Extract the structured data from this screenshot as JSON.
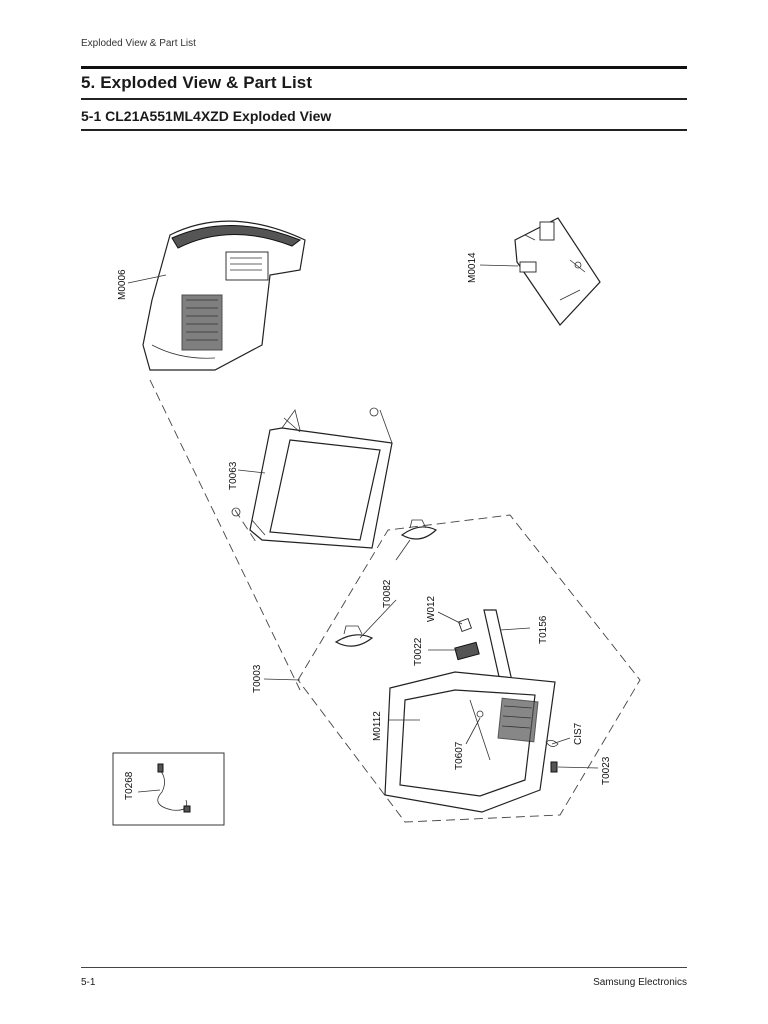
{
  "header": {
    "running_head": "Exploded View & Part List",
    "chapter_title": "5.  Exploded View & Part List",
    "section_title": "5-1  CL21A551ML4XZD Exploded View"
  },
  "parts": {
    "m0006": "M0006",
    "m0014": "M0014",
    "t0063": "T0063",
    "t0082": "T0082",
    "w012": "W012",
    "t0156": "T0156",
    "t0022": "T0022",
    "t0003": "T0003",
    "m0112": "M0112",
    "cis7": "CIS7",
    "t0607": "T0607",
    "t0023": "T0023",
    "t0268": "T0268"
  },
  "footer": {
    "page_number": "5-1",
    "company": "Samsung Electronics"
  }
}
